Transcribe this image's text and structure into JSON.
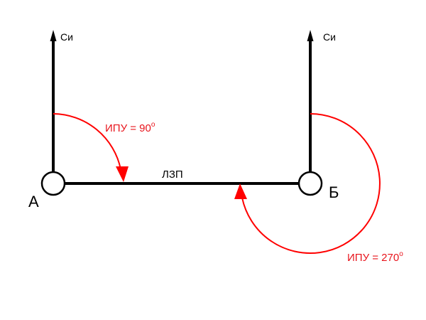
{
  "diagram": {
    "point_a": {
      "label": "А"
    },
    "point_b": {
      "label": "Б"
    },
    "north_a": {
      "label": "Си"
    },
    "north_b": {
      "label": "Си"
    },
    "line": {
      "label": "ЛЗП"
    },
    "angle_a": {
      "label": "ИПУ = 90",
      "degree_mark": "о"
    },
    "angle_b": {
      "label": "ИПУ = 270",
      "degree_mark": "о"
    }
  },
  "colors": {
    "line": "#000000",
    "angle_arc": "#ff0000",
    "angle_text": "#e8141c",
    "background": "#ffffff"
  }
}
